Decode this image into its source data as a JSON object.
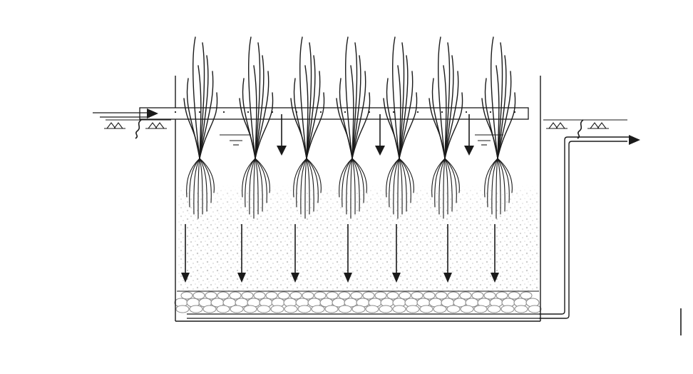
{
  "diagram": {
    "title": "",
    "labels": [],
    "colors": {
      "line": "#1a1a1a",
      "media_dots": "#c8c8c8",
      "gravel": "#8c8c8c",
      "background": "#ffffff"
    },
    "plants": {
      "count": 7
    },
    "downward_flow_arrows": {
      "count": 7
    },
    "surface_flow_arrows": {
      "count": 3
    },
    "inlet": {
      "arrow": "right"
    },
    "outlet": {
      "arrow": "right"
    }
  }
}
